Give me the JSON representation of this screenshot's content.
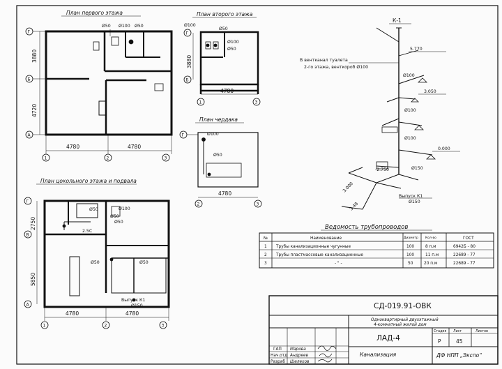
{
  "plans": {
    "first": {
      "title": "План первого этажа",
      "dims": {
        "left_top": "3880",
        "left_bottom": "4720",
        "bottom_left": "4780",
        "bottom_right": "4780"
      },
      "axes": {
        "row_top": "Г",
        "row_mid": "Б",
        "row_bottom": "А",
        "col_1": "1",
        "col_2": "2",
        "col_3": "3"
      },
      "pipes": {
        "p1": "Ø50",
        "p2": "Ø100",
        "p3": "Ø50"
      }
    },
    "second": {
      "title": "План второго этажа",
      "dims": {
        "left": "3880",
        "bottom": "4780"
      },
      "axes": {
        "row_top": "Г",
        "row_bottom": "Б",
        "col_1": "1",
        "col_3": "3"
      },
      "pipes": {
        "p1": "Ø100",
        "p2": "Ø50",
        "p3": "Ø100",
        "p4": "Ø50"
      }
    },
    "attic": {
      "title": "План чердака",
      "dims": {
        "bottom": "4780"
      },
      "axes": {
        "row_top": "Г",
        "col_1": "2",
        "col_3": "3"
      },
      "pipes": {
        "p1": "Ø100",
        "p2": "Ø50"
      }
    },
    "basement": {
      "title": "План цокольного этажа и подвала",
      "dims": {
        "left_top": "2750",
        "left_bottom": "5850",
        "bottom_left": "4780",
        "bottom_right": "4780"
      },
      "axes": {
        "row_top": "Г",
        "row_mid": "В",
        "row_bottom": "А",
        "col_1": "1",
        "col_2": "2",
        "col_3": "3"
      },
      "pipes": {
        "p1": "Ø50",
        "p2": "Ø100",
        "p3": "Ø50",
        "p4": "Ø50",
        "p5": "2.5С",
        "p6": "Ø50",
        "p7": "Ø50"
      },
      "outlet": "Выпуск К1",
      "outlet_d": "Ø150"
    }
  },
  "scheme": {
    "riser": "К-1",
    "vent_note_1": "В вентканал туалета",
    "vent_note_2": "2-го этажа, венткороб Ø100",
    "marks": {
      "m1": "5.770",
      "m2": "3.050",
      "m3": "0.000",
      "m4": "-2.750"
    },
    "pipes": {
      "p1": "Ø100",
      "p2": "Ø100",
      "p3": "Ø100",
      "p4": "Ø150"
    },
    "outlet": "Выпуск К1",
    "outlet_d": "Ø150",
    "slope1": "3,000",
    "slope2": "3.48"
  },
  "table": {
    "title": "Ведомость трубопроводов",
    "headers": {
      "n": "№",
      "name": "Наименование",
      "diam": "Диаметр",
      "qty": "Кол-во",
      "gost": "ГОСТ"
    },
    "rows": [
      {
        "n": "1",
        "name": "Трубы канализационные чугунные",
        "diam": "100",
        "qty": "8 п.м",
        "gost": "6942Б - 80"
      },
      {
        "n": "2",
        "name": "Трубы пластмассовые канализационные",
        "diam": "100",
        "qty": "11 п.м",
        "gost": "22689 - 77"
      },
      {
        "n": "3",
        "name": "- \" -",
        "diam": "50",
        "qty": "20 п.м",
        "gost": "22689 - 77"
      }
    ]
  },
  "stamp": {
    "code": "СД-019.91-ОВК",
    "desc_1": "Одноквартирный двухэтажный",
    "desc_2": "4-комнатный жилой дом",
    "project": "ЛАД-4",
    "stage_h": "Стадия",
    "sheet_h": "Лист",
    "sheets_h": "Листов",
    "stage": "Р",
    "sheet": "45",
    "section": "Канализация",
    "org": "ДФ НПП „Экспо“",
    "roles": [
      {
        "role": "ГАП",
        "name": "Марова"
      },
      {
        "role": "Нач.отд",
        "name": "Андреев"
      },
      {
        "role": "Разраб",
        "name": "Шелехов"
      }
    ]
  }
}
